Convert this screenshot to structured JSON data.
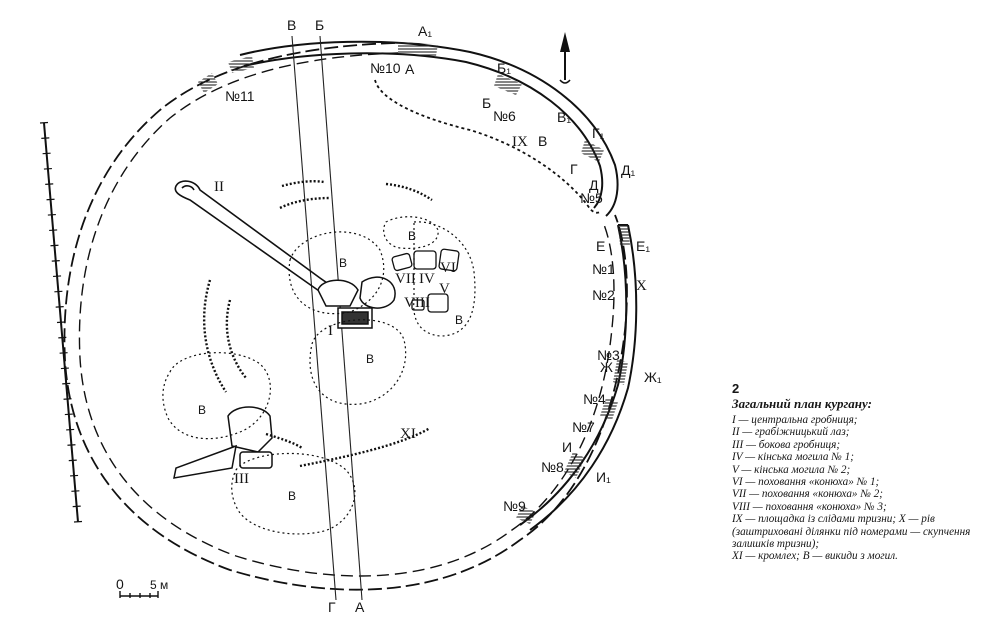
{
  "section_lines": [
    {
      "top": "В",
      "bottom": "Г"
    },
    {
      "top": "Б",
      "bottom": "А"
    }
  ],
  "ditch_labels": {
    "a1": "А₁",
    "a": "А",
    "b1": "Б₁",
    "b": "Б",
    "v1": "В₁",
    "v": "В",
    "g1": "Г₁",
    "g": "Г",
    "d1": "Д₁",
    "d": "Д",
    "e": "Е",
    "e1": "Е₁",
    "zh": "Ж",
    "zh1": "Ж₁",
    "i": "И",
    "i1": "И₁"
  },
  "numbers": {
    "n1": "№1",
    "n2": "№2",
    "n3": "№3",
    "n4": "№4",
    "n5": "№5",
    "n6": "№6",
    "n7": "№7",
    "n8": "№8",
    "n9": "№9",
    "n10": "№10",
    "n11": "№11"
  },
  "roman_labels": {
    "i": "I",
    "ii": "II",
    "iii": "III",
    "iv": "IV",
    "v": "V",
    "vi": "VI",
    "vii": "VII",
    "viii": "VIII",
    "ix": "IX",
    "x": "X",
    "xi": "XI"
  },
  "ejecta_label": "В",
  "scale": {
    "zero": "0",
    "value": "5 м"
  },
  "legend": {
    "figure_number": "2",
    "title": "Загальний план кургану:",
    "items": [
      "I — центральна гробниця;",
      "II — грабіжницький лаз;",
      "III — бокова гробниця;",
      "IV — кінська могила № 1;",
      "V — кінська могила № 2;",
      "VI — поховання «конюха» № 1;",
      "VII — поховання «конюха» № 2;",
      "VIII — поховання «конюха» № 3;",
      "IX — площадка із слідами тризни; X — рів (заштриховані ділянки під номерами — скупчення залишків тризни);",
      "XI — кромлех; В — викиди з могил."
    ]
  }
}
